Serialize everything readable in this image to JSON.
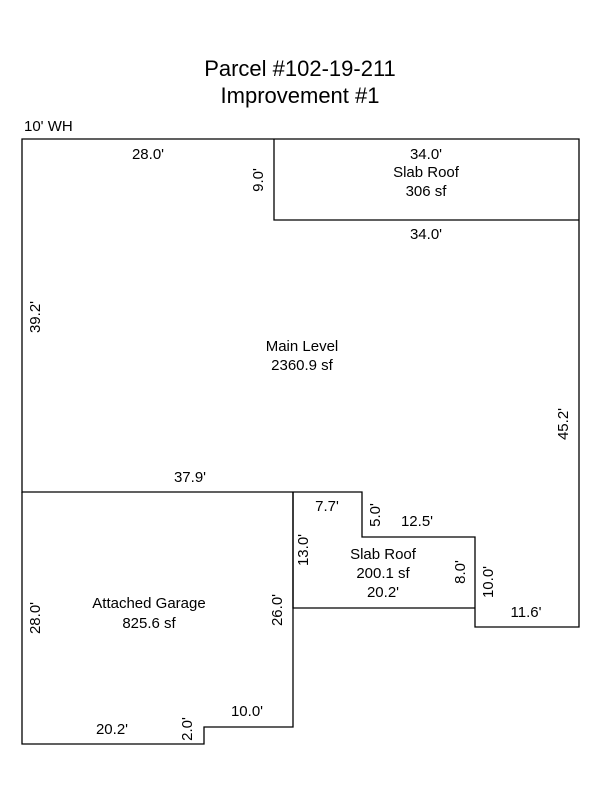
{
  "title": {
    "line1": "Parcel #102-19-211",
    "line2": "Improvement #1"
  },
  "wall_height": "10' WH",
  "areas": {
    "slab_roof_top": {
      "name": "Slab Roof",
      "area": "306 sf",
      "dims": {
        "top": "34.0'",
        "bottom": "34.0'",
        "side": "9.0'"
      }
    },
    "main_level": {
      "name": "Main Level",
      "area": "2360.9 sf",
      "dims": {
        "top": "28.0'",
        "left": "39.2'",
        "right": "45.2'",
        "bottom": "37.9'"
      }
    },
    "slab_roof_lower": {
      "name": "Slab Roof",
      "area": "200.1 sf",
      "dims": {
        "top_left": "7.7'",
        "notch": "5.0'",
        "top_right": "12.5'",
        "left": "13.0'",
        "right": "8.0'",
        "bottom": "20.2'",
        "step": "10.0'",
        "step_bottom": "11.6'"
      }
    },
    "garage": {
      "name": "Attached Garage",
      "area": "825.6 sf",
      "dims": {
        "left": "28.0'",
        "right": "26.0'",
        "bottom": "20.2'",
        "notch": "2.0'",
        "bottom_right": "10.0'"
      }
    }
  }
}
